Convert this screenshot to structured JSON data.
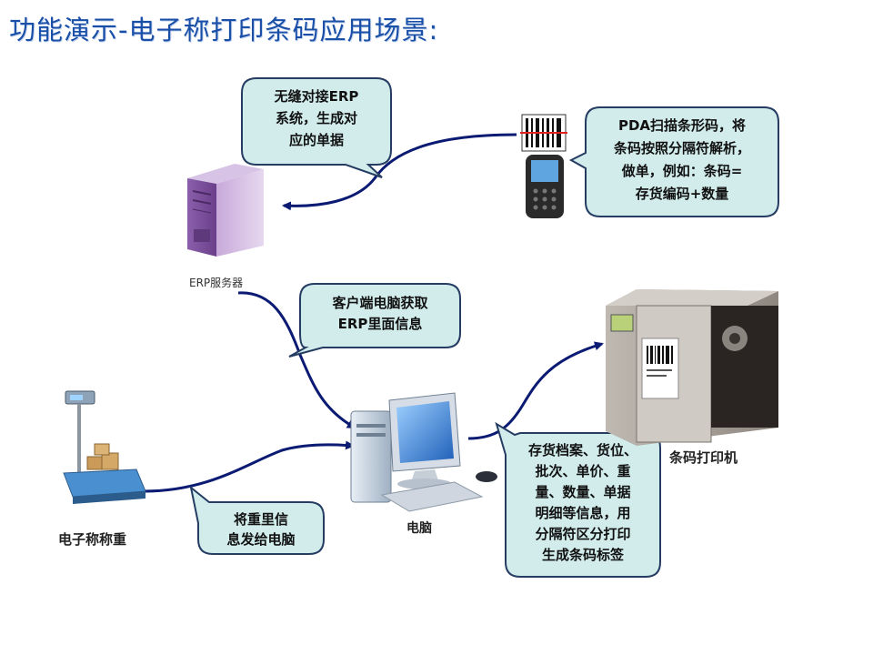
{
  "slide": {
    "title": "功能演示-电子称打印条码应用场景:"
  },
  "bubbles": {
    "erp_integration": "无缝对接ERP\n系统，生成对\n应的单据",
    "pda_scan": "PDA扫描条形码，将\n条码按照分隔符解析，\n做单，例如：条码=\n存货编码+数量",
    "client_fetch": "客户端电脑获取\nERP里面信息",
    "send_weight": "将重里信\n息发给电脑",
    "print_info": "存货档案、货位、\n批次、单价、重\n量、数量、单据\n明细等信息，用\n分隔符区分打印\n生成条码标签"
  },
  "labels": {
    "erp_server": "ERP服务器",
    "computer": "电脑",
    "scale": "电子称称重",
    "printer": "条码打印机"
  },
  "colors": {
    "title": "#1a4fa8",
    "bubble_fill": "#d2ecec",
    "bubble_stroke": "#253c63",
    "arrow": "#0b1a72",
    "server": "#7a4d9a"
  }
}
